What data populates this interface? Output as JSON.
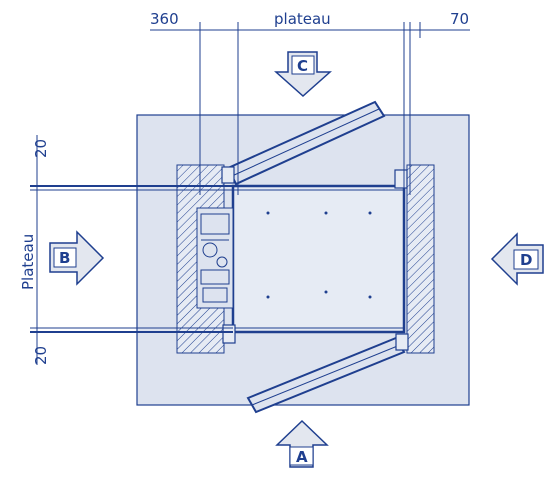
{
  "dimensions": {
    "top_left": "360",
    "top_center": "plateau",
    "top_right": "70",
    "left_top": "20",
    "left_center": "Plateau",
    "left_bottom": "20"
  },
  "arrows": {
    "top": "C",
    "left": "B",
    "right": "D",
    "bottom": "A"
  },
  "colors": {
    "line": "#1f3f8f",
    "base_fill": "#dde3ef",
    "plateau_fill": "#e6ebf4",
    "arrow_fill": "#e3e7ef"
  }
}
